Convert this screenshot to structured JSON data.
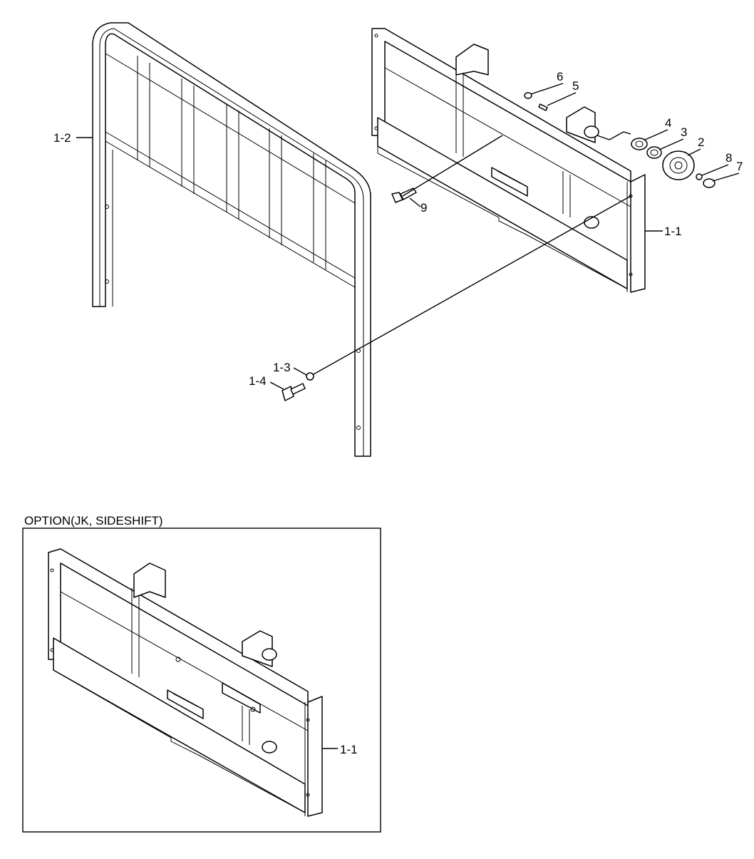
{
  "option_title": "OPTION(JK, SIDESHIFT)",
  "callouts": {
    "main": [
      "1-2",
      "6",
      "5",
      "4",
      "3",
      "2",
      "8",
      "7",
      "9",
      "1-1",
      "1-3",
      "1-4"
    ],
    "option": [
      "1-1"
    ]
  },
  "colors": {
    "line": "#000000",
    "background": "#ffffff"
  }
}
